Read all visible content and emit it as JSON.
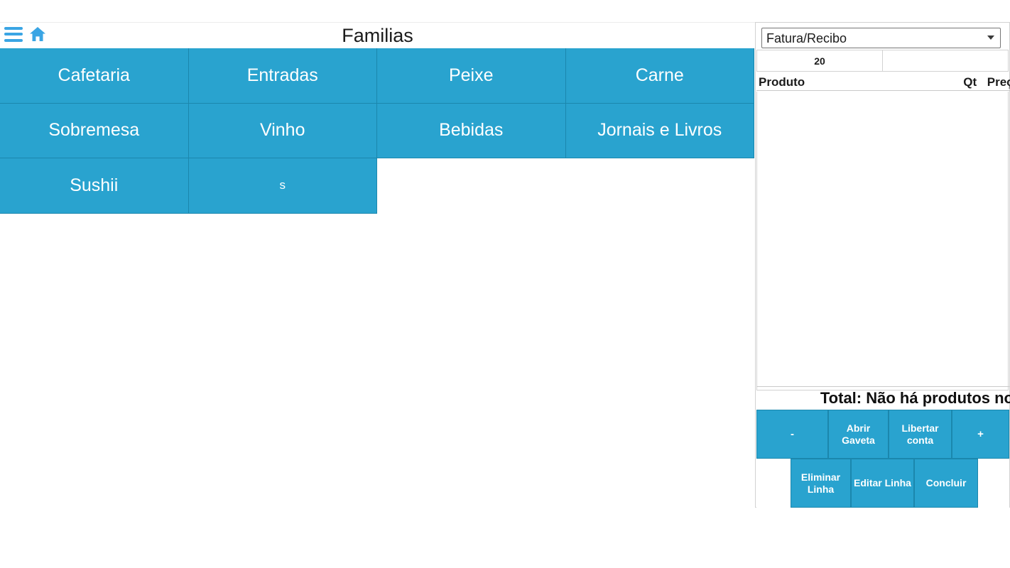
{
  "header": {
    "title": "Familias",
    "menu_icon": "hamburger-icon",
    "home_icon": "home-icon"
  },
  "categories": [
    {
      "label": "Cafetaria",
      "size": "normal"
    },
    {
      "label": "Entradas",
      "size": "normal"
    },
    {
      "label": "Peixe",
      "size": "normal"
    },
    {
      "label": "Carne",
      "size": "normal"
    },
    {
      "label": "Sobremesa",
      "size": "normal"
    },
    {
      "label": "Vinho",
      "size": "normal"
    },
    {
      "label": "Bebidas",
      "size": "normal"
    },
    {
      "label": "Jornais e Livros",
      "size": "normal"
    },
    {
      "label": "Sushii",
      "size": "normal"
    },
    {
      "label": "s",
      "size": "small"
    }
  ],
  "order_panel": {
    "document_type": {
      "selected": "Fatura/Recibo",
      "options": [
        "Fatura/Recibo"
      ]
    },
    "meta": {
      "left_value": "20",
      "right_value": ""
    },
    "columns": {
      "produto": "Produto",
      "qt": "Qt",
      "preco": "Preço"
    },
    "lines": [],
    "total_text": "Total: Não há produtos no",
    "buttons_row1": [
      {
        "label": "-",
        "type": "symbol"
      },
      {
        "label": "Abrir Gaveta",
        "type": "text"
      },
      {
        "label": "Libertar\nconta",
        "type": "text"
      },
      {
        "label": "+",
        "type": "symbol"
      }
    ],
    "buttons_row2": [
      {
        "label": "",
        "type": "empty"
      },
      {
        "label": "Eliminar\nLinha",
        "type": "text"
      },
      {
        "label": "Editar Linha",
        "type": "text"
      },
      {
        "label": "Concluir",
        "type": "text"
      },
      {
        "label": "",
        "type": "empty"
      }
    ]
  },
  "colors": {
    "tile_blue": "#29a3cf",
    "tile_border": "#1b87ad",
    "icon_blue": "#3aa5e4",
    "panel_border": "#d2d2d2"
  }
}
